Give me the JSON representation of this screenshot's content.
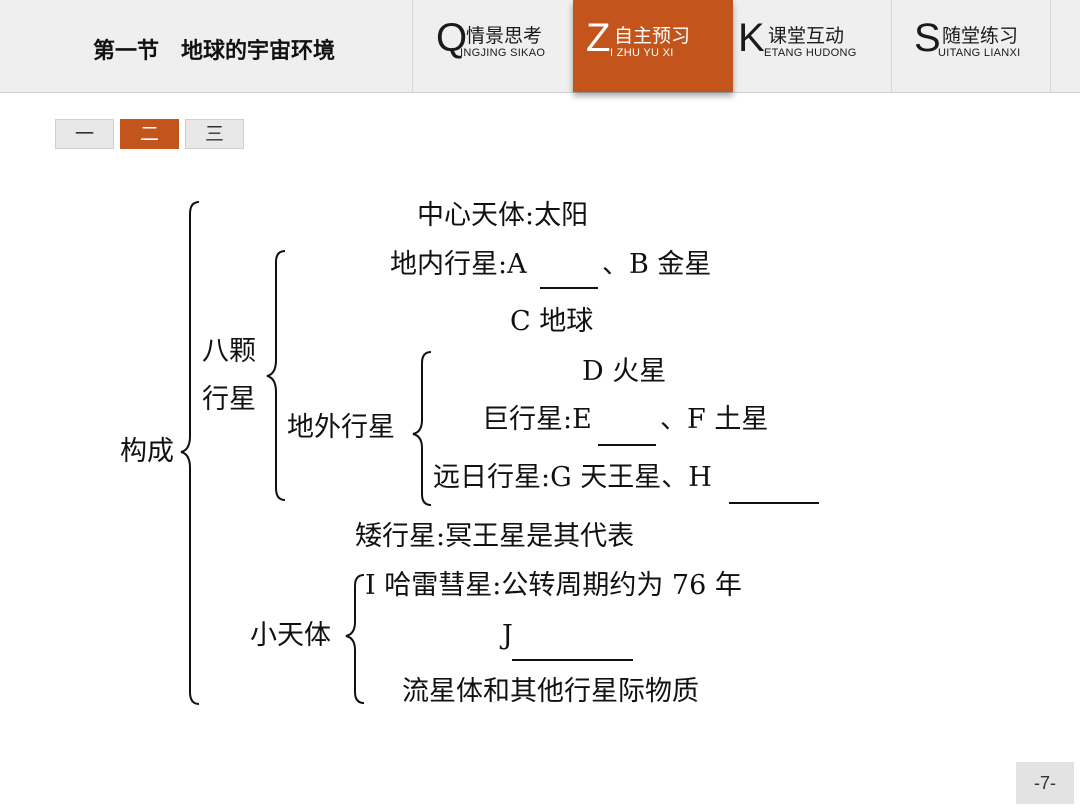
{
  "header": {
    "title": "第一节　地球的宇宙环境",
    "tabs": [
      {
        "letter": "Q",
        "cn": "情景思考",
        "pinyin": "INGJING SIKAO",
        "active": false
      },
      {
        "letter": "Z",
        "cn": "自主预习",
        "pinyin": "I ZHU YU XI",
        "active": true
      },
      {
        "letter": "K",
        "cn": "课堂互动",
        "pinyin": "ETANG HUDONG",
        "active": false
      },
      {
        "letter": "S",
        "cn": "随堂练习",
        "pinyin": "UITANG LIANXI",
        "active": false
      }
    ]
  },
  "subtabs": [
    {
      "label": "一",
      "active": false
    },
    {
      "label": "二",
      "active": true
    },
    {
      "label": "三",
      "active": false
    }
  ],
  "diagram": {
    "root": "构成",
    "center_body": "中心天体:太阳",
    "planets_label_line1": "八颗",
    "planets_label_line2": "行星",
    "inner_planets": "地内行星:A",
    "inner_planets_rest": "、B 金星",
    "earth": "C 地球",
    "outer_planets": "地外行星",
    "mars": "D 火星",
    "giant_planets": "巨行星:E",
    "giant_planets_rest": "、F 土星",
    "distant_planets": "远日行星:G 天王星、H",
    "dwarf_planets": "矮行星:冥王星是其代表",
    "small_bodies": "小天体",
    "comet": "I 哈雷彗星:公转周期约为 76 年",
    "j_item": "J",
    "meteoroid": "流星体和其他行星际物质"
  },
  "page_number": "-7-"
}
